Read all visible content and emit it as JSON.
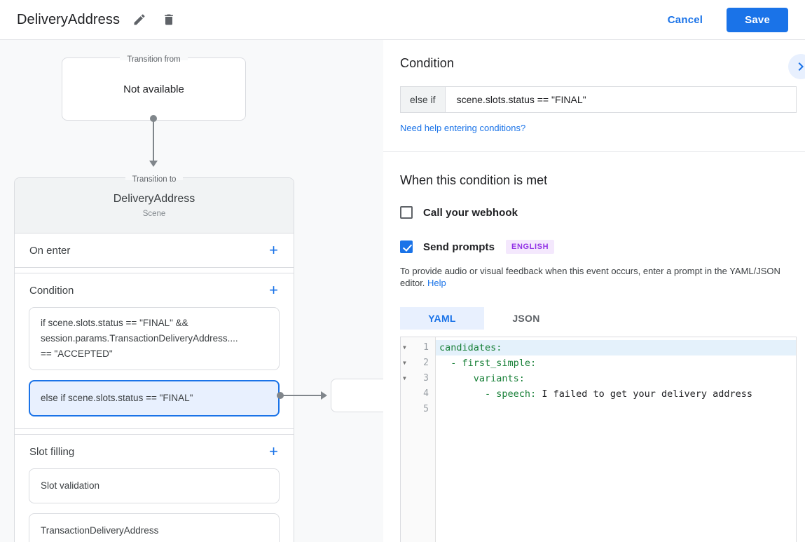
{
  "header": {
    "title": "DeliveryAddress",
    "cancel_label": "Cancel",
    "save_label": "Save"
  },
  "diagram": {
    "transition_from": {
      "label": "Transition from",
      "content": "Not available"
    },
    "scene": {
      "label": "Transition to",
      "title": "DeliveryAddress",
      "subtitle": "Scene",
      "on_enter_label": "On enter",
      "condition_label": "Condition",
      "slot_filling_label": "Slot filling",
      "condition_cards": [
        {
          "selected": false,
          "lines": [
            "if scene.slots.status == \"FINAL\" &&",
            "session.params.TransactionDeliveryAddress....",
            "== \"ACCEPTED\""
          ]
        },
        {
          "selected": true,
          "lines": [
            "else if scene.slots.status == \"FINAL\""
          ]
        }
      ],
      "slot_cards": [
        {
          "selected": false,
          "lines": [
            "Slot validation"
          ]
        },
        {
          "selected": false,
          "lines": [
            "TransactionDeliveryAddress"
          ]
        }
      ]
    }
  },
  "panel": {
    "title": "Condition",
    "condition_prefix": "else if",
    "condition_value": "scene.slots.status == \"FINAL\"",
    "help_link": "Need help entering conditions?",
    "when_title": "When this condition is met",
    "webhook": {
      "label": "Call your webhook",
      "checked": false
    },
    "prompts": {
      "label": "Send prompts",
      "checked": true,
      "language_badge": "ENGLISH"
    },
    "description": "To provide audio or visual feedback when this event occurs, enter a prompt in the YAML/JSON editor.",
    "description_link": "Help",
    "tabs": [
      {
        "label": "YAML",
        "active": true
      },
      {
        "label": "JSON",
        "active": false
      }
    ],
    "editor": {
      "lines": [
        {
          "n": "1",
          "fold": true,
          "active": true,
          "seg": [
            [
              "k",
              "candidates:"
            ]
          ]
        },
        {
          "n": "2",
          "fold": true,
          "active": false,
          "seg": [
            [
              "k",
              "  - first_simple:"
            ]
          ]
        },
        {
          "n": "3",
          "fold": true,
          "active": false,
          "seg": [
            [
              "k",
              "      variants:"
            ]
          ]
        },
        {
          "n": "4",
          "fold": false,
          "active": false,
          "seg": [
            [
              "k",
              "        - speech: "
            ],
            [
              "t",
              "I failed to get your delivery address"
            ]
          ]
        },
        {
          "n": "5",
          "fold": false,
          "active": false,
          "seg": []
        }
      ]
    }
  },
  "colors": {
    "accent_blue": "#1a73e8",
    "selected_bg": "#e8f0fe",
    "badge_purple": "#9334e6",
    "code_key_green": "#188038",
    "panel_gray": "#f8f9fa"
  }
}
